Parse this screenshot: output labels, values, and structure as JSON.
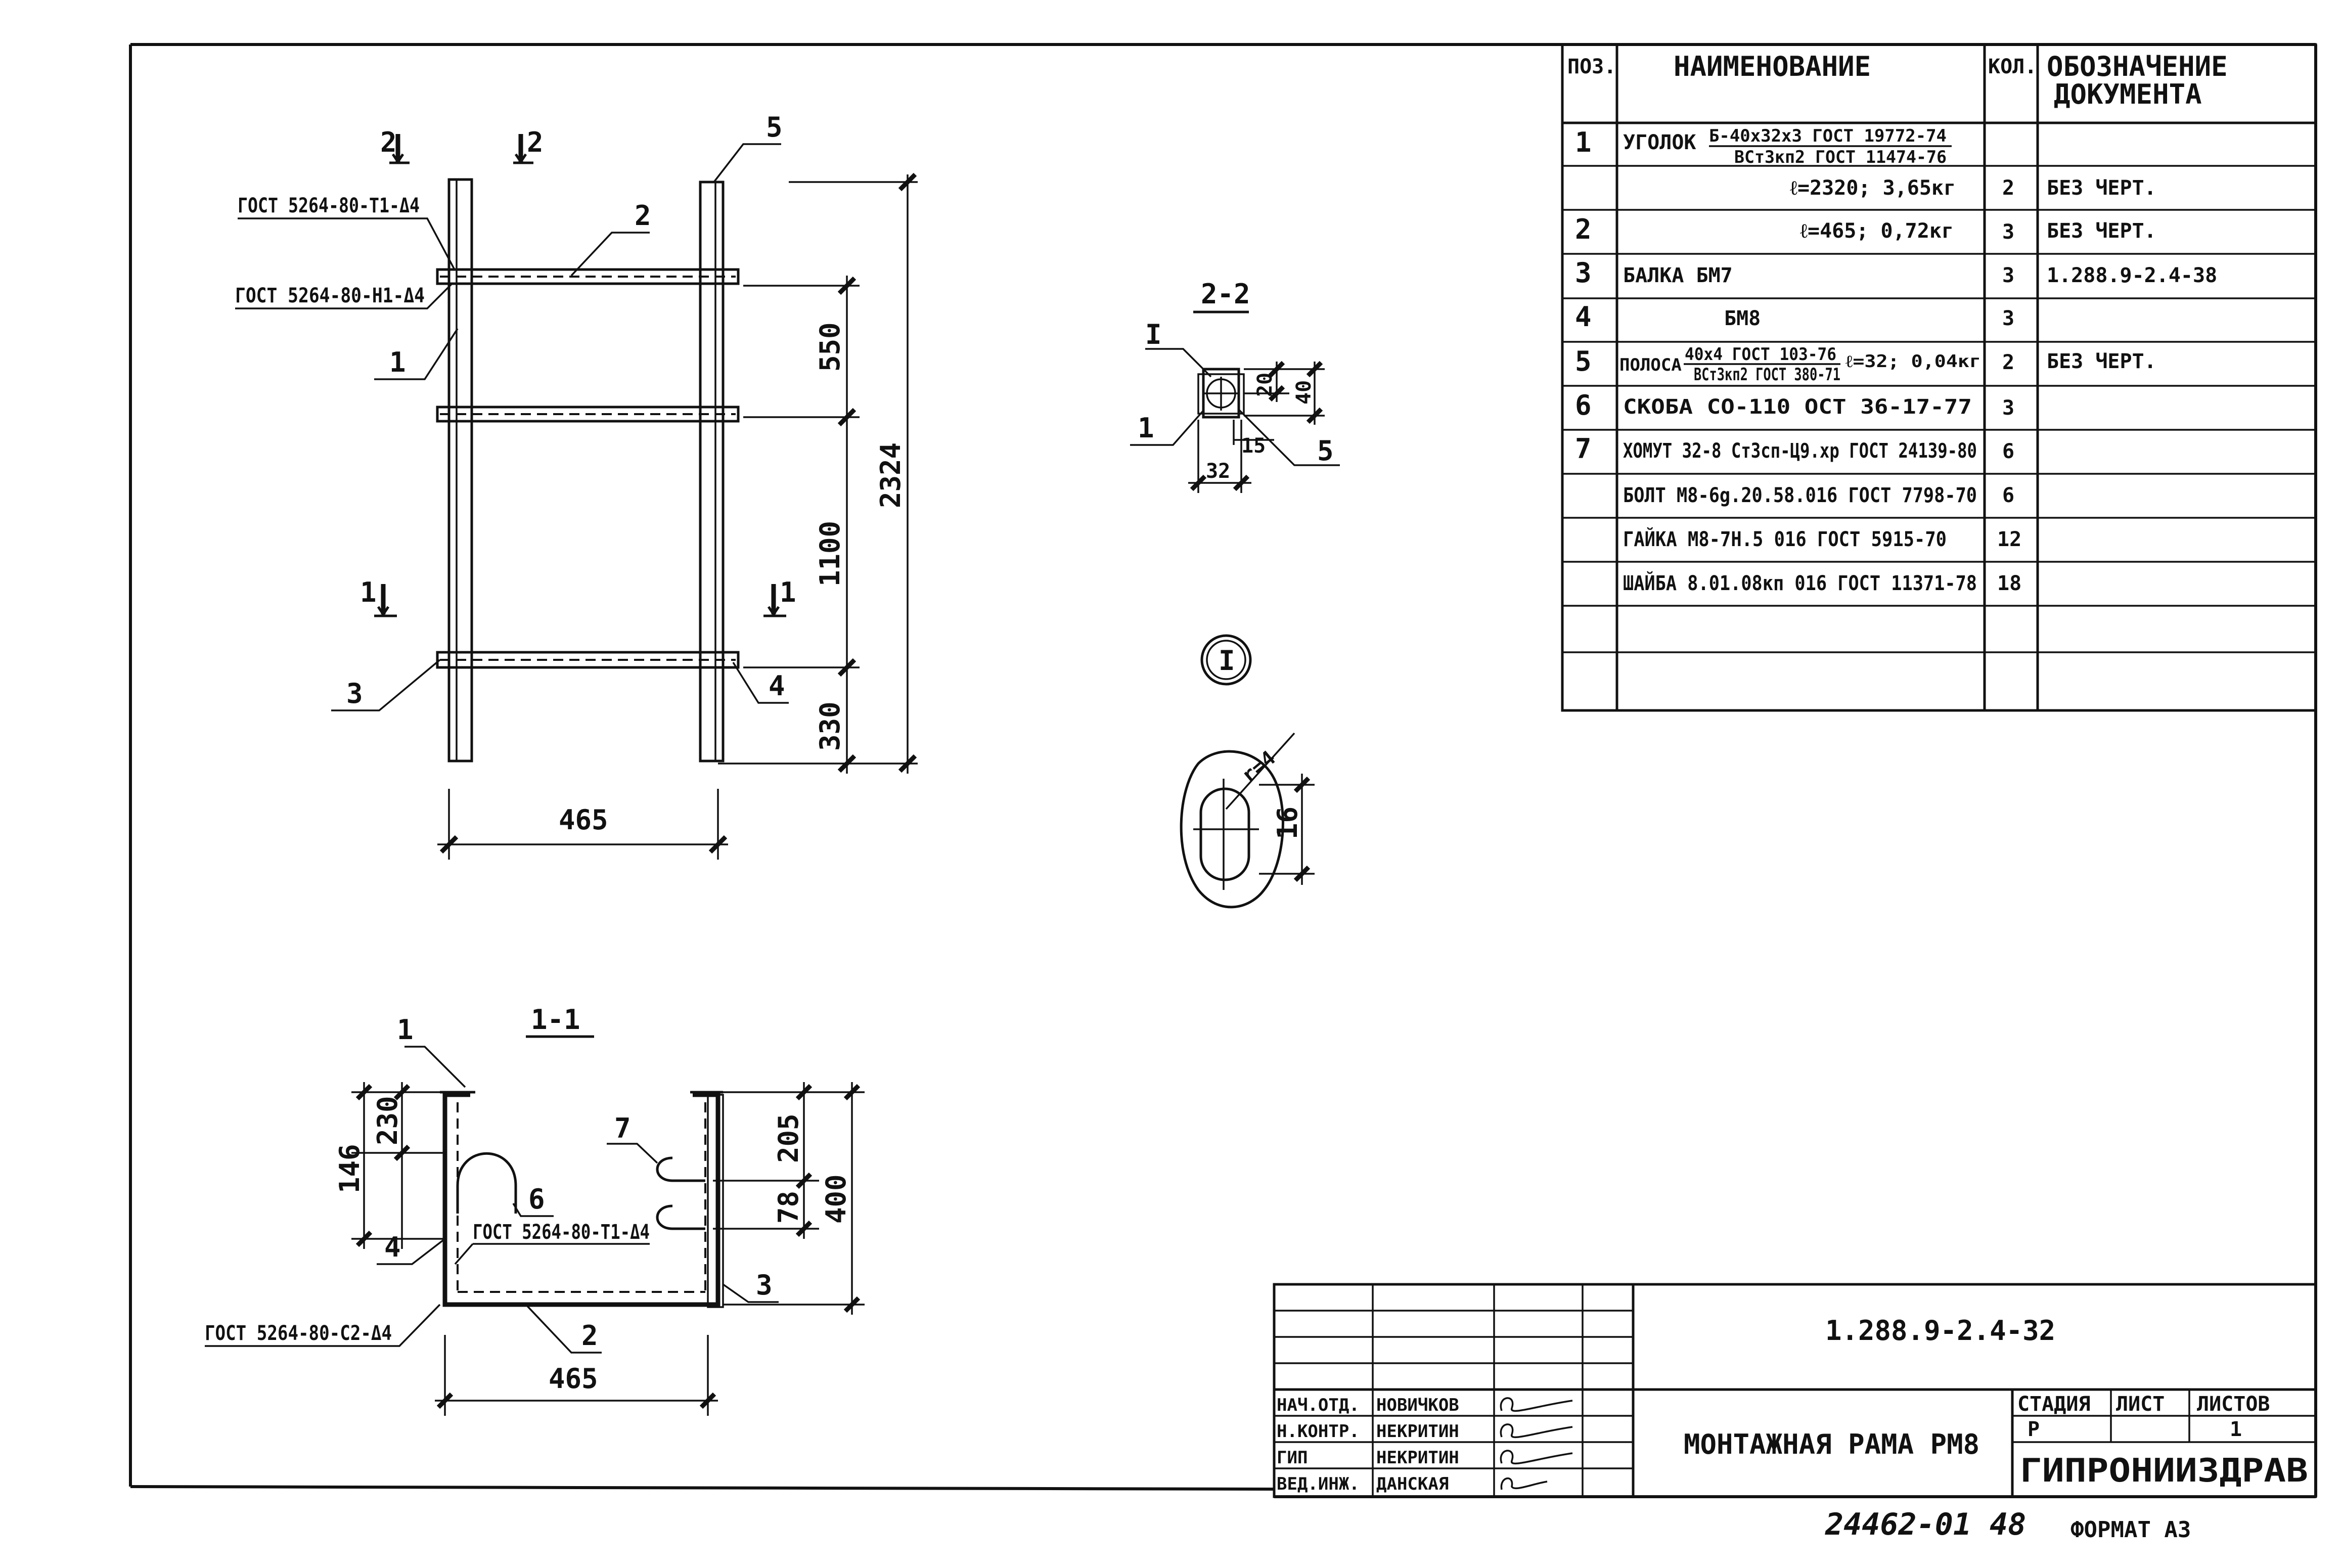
{
  "spec_table": {
    "headers": {
      "pos": "ПОЗ.",
      "name": "НАИМЕНОВАНИЕ",
      "qty": "КОЛ.",
      "doc_line1": "ОБОЗНАЧЕНИЕ",
      "doc_line2": "ДОКУМЕНТА"
    },
    "rows": [
      {
        "pos": "1",
        "name": "УГОЛОК",
        "name_top": "Б-40х32х3 ГОСТ 19772-74",
        "name_bottom": "ВСт3кп2 ГОСТ 11474-76",
        "qty": "",
        "doc": ""
      },
      {
        "pos": "",
        "name": "ℓ=2320;  3,65кг",
        "qty": "2",
        "doc": "БЕЗ ЧЕРТ."
      },
      {
        "pos": "2",
        "name": "ℓ=465;  0,72кг",
        "qty": "3",
        "doc": "БЕЗ ЧЕРТ."
      },
      {
        "pos": "3",
        "name": "БАЛКА БМ7",
        "qty": "3",
        "doc": "1.288.9-2.4-38"
      },
      {
        "pos": "4",
        "name": "БМ8",
        "qty": "3",
        "doc": ""
      },
      {
        "pos": "5",
        "name": "ПОЛОСА",
        "name_top": "40х4 ГОСТ 103-76",
        "name_bottom": "ВСт3кп2 ГОСТ 380-71",
        "name_suffix": "ℓ=32; 0,04кг",
        "qty": "2",
        "doc": "БЕЗ ЧЕРТ."
      },
      {
        "pos": "6",
        "name": "СКОБА СО-110  ОСТ 36-17-77",
        "qty": "3",
        "doc": ""
      },
      {
        "pos": "7",
        "name": "ХОМУТ 32-8 Ст3сп-Ц9.хр ГОСТ 24139-80",
        "qty": "6",
        "doc": ""
      },
      {
        "pos": "",
        "name": "БОЛТ М8-6g.20.58.016 ГОСТ 7798-70",
        "qty": "6",
        "doc": ""
      },
      {
        "pos": "",
        "name": "ГАЙКА М8-7Н.5 016 ГОСТ 5915-70",
        "qty": "12",
        "doc": ""
      },
      {
        "pos": "",
        "name": "ШАЙБА 8.01.08кп 016 ГОСТ 11371-78",
        "qty": "18",
        "doc": ""
      },
      {
        "pos": "",
        "name": "",
        "qty": "",
        "doc": ""
      },
      {
        "pos": "",
        "name": "",
        "qty": "",
        "doc": ""
      }
    ]
  },
  "elevation": {
    "section_marks": [
      "2",
      "2",
      "1",
      "1"
    ],
    "weld_labels": [
      "ГОСТ 5264-80-Т1-Δ4",
      "ГОСТ 5264-80-Н1-Δ4"
    ],
    "callouts": [
      "1",
      "2",
      "3",
      "4",
      "5"
    ],
    "dims": {
      "top_span": "550",
      "mid_span": "1100",
      "bottom_span": "330",
      "overall": "2324",
      "width": "465"
    }
  },
  "section_2_2": {
    "title": "2-2",
    "detail_mark": "I",
    "callouts": [
      "1",
      "5"
    ],
    "dims": [
      "20",
      "40",
      "15",
      "32"
    ]
  },
  "detail_I": {
    "mark": "I",
    "dims": [
      "r=4",
      "16"
    ]
  },
  "section_1_1": {
    "title": "1-1",
    "callouts": [
      "1",
      "2",
      "3",
      "4",
      "6",
      "7"
    ],
    "weld_labels": [
      "ГОСТ 5264-80-Т1-Δ4",
      "ГОСТ 5264-80-С2-Δ4"
    ],
    "dims": {
      "left_top": "230",
      "left_bottom": "146",
      "right_top": "205",
      "right_bottom": "78",
      "right_overall": "400",
      "width": "465"
    }
  },
  "title_block": {
    "doc_number": "1.288.9-2.4-32",
    "drawing_title": "МОНТАЖНАЯ РАМА РМ8",
    "stage_header": "СТАДИЯ",
    "sheet_header": "ЛИСТ",
    "sheets_header": "ЛИСТОВ",
    "stage": "Р",
    "sheet": "",
    "sheets": "1",
    "organization": "ГИПРОНИИЗДРАВ",
    "signatures": [
      {
        "role": "НАЧ.ОТД.",
        "name": "НОВИЧКОВ"
      },
      {
        "role": "Н.КОНТР.",
        "name": "НЕКРИТИН"
      },
      {
        "role": "ГИП",
        "name": "НЕКРИТИН"
      },
      {
        "role": "ВЕД.ИНЖ.",
        "name": "ДАНСКАЯ"
      }
    ]
  },
  "footer": {
    "archive_number": "24462-01",
    "page": "48",
    "format": "ФОРМАТ А3"
  }
}
